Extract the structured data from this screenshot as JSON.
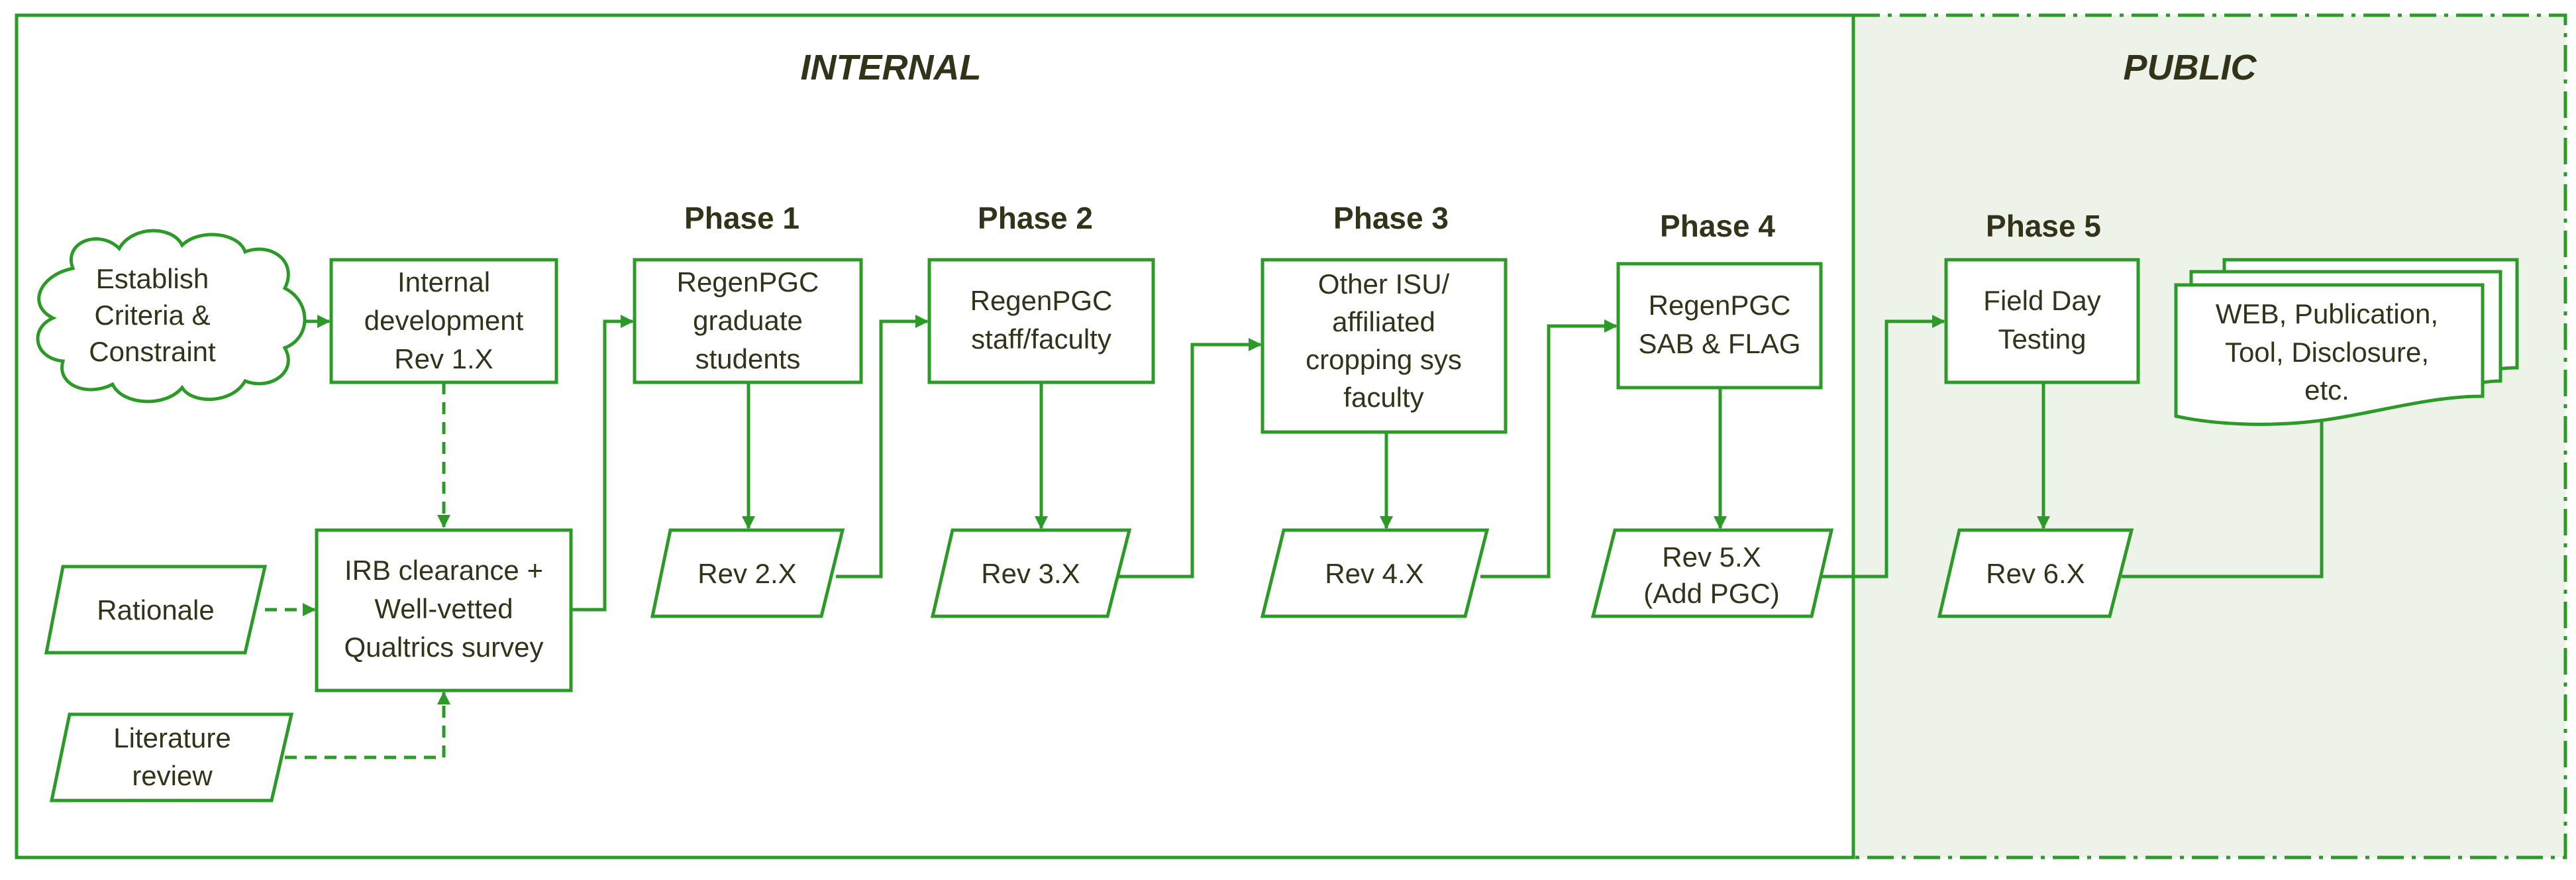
{
  "colors": {
    "stroke": "#2b9a27",
    "public_fill": "#eef3ea",
    "text": "#33331a"
  },
  "sections": {
    "internal": "INTERNAL",
    "public": "PUBLIC"
  },
  "phases": [
    "Phase 1",
    "Phase 2",
    "Phase 3",
    "Phase 4",
    "Phase 5"
  ],
  "nodes": {
    "establish": [
      "Establish",
      "Criteria &",
      "Constraint"
    ],
    "internal_dev": [
      "Internal",
      "development",
      "Rev 1.X"
    ],
    "rationale": [
      "Rationale"
    ],
    "irb": [
      "IRB clearance +",
      "Well-vetted",
      "Qualtrics survey"
    ],
    "literature": [
      "Literature",
      "review"
    ],
    "grad": [
      "RegenPGC",
      "graduate",
      "students"
    ],
    "staff": [
      "RegenPGC",
      "staff/faculty"
    ],
    "other_isu": [
      "Other ISU/",
      "affiliated",
      "cropping sys",
      "faculty"
    ],
    "sab": [
      "RegenPGC",
      "SAB & FLAG"
    ],
    "field": [
      "Field Day",
      "Testing"
    ],
    "outputs": [
      "WEB, Publication,",
      "Tool, Disclosure,",
      "etc."
    ],
    "rev2": [
      "Rev 2.X"
    ],
    "rev3": [
      "Rev 3.X"
    ],
    "rev4": [
      "Rev 4.X"
    ],
    "rev5": [
      "Rev 5.X",
      "(Add PGC)"
    ],
    "rev6": [
      "Rev 6.X"
    ]
  }
}
